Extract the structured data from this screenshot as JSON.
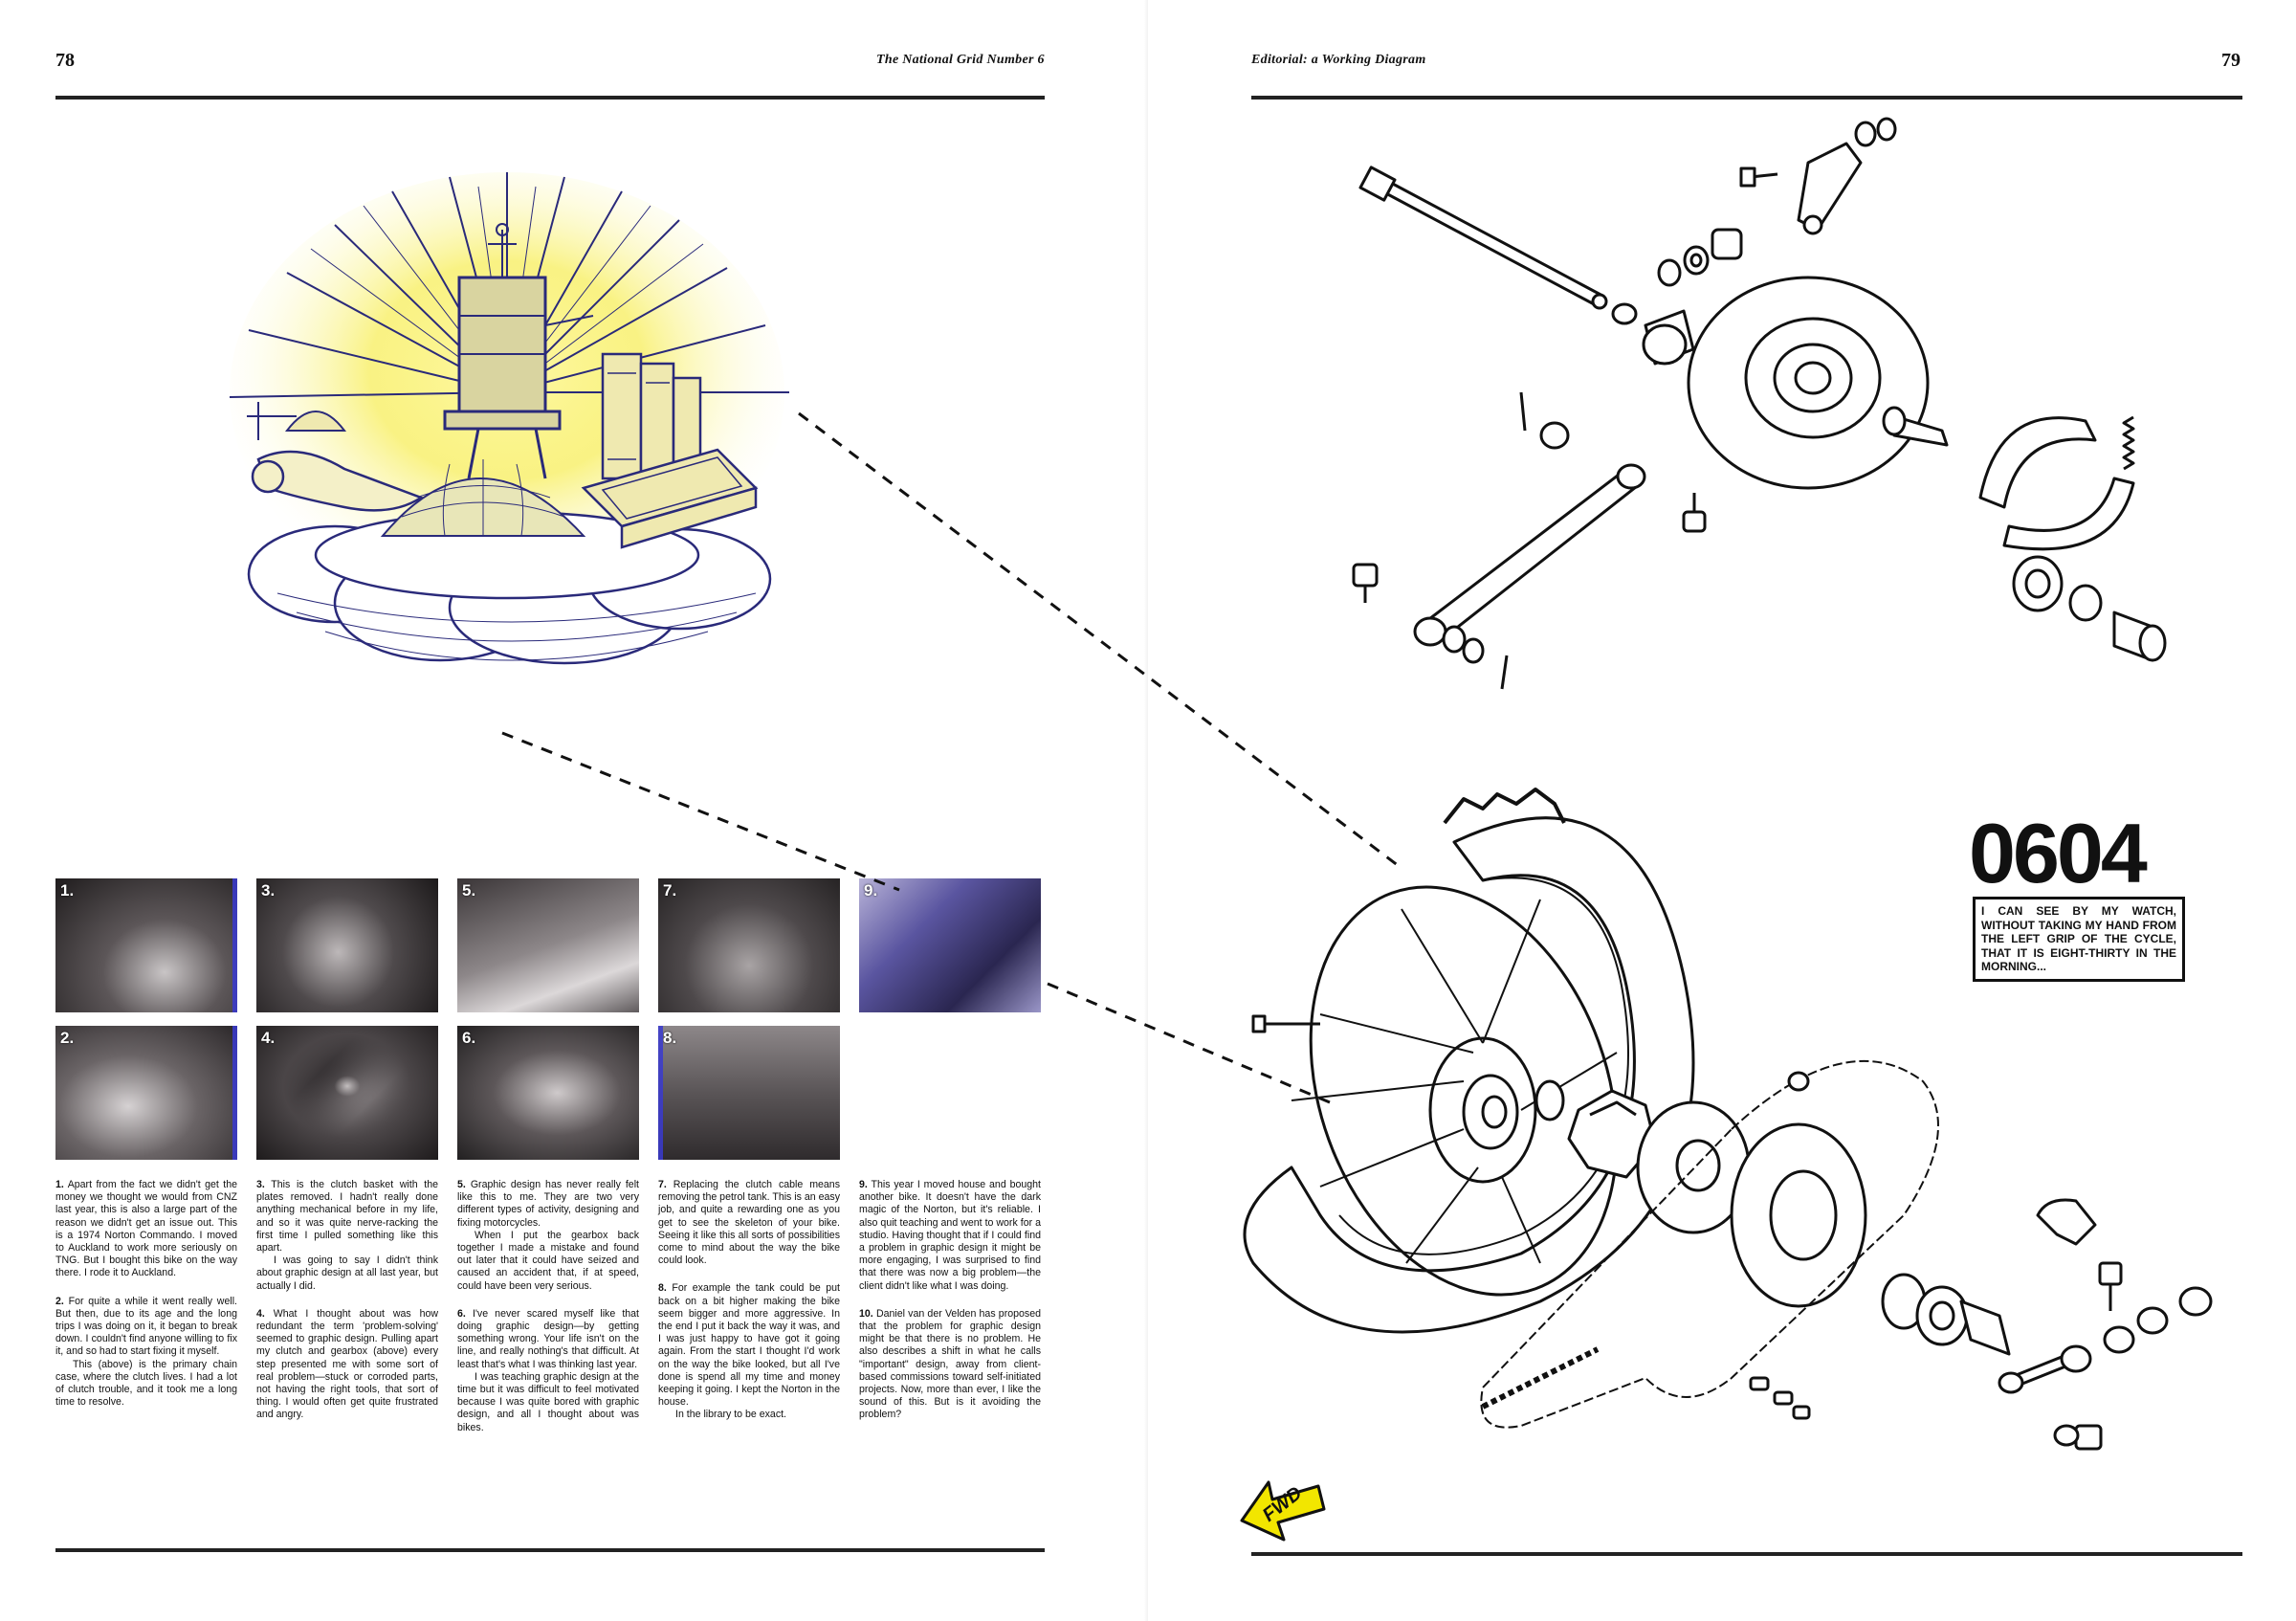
{
  "spread": {
    "left_page": {
      "folio": "78",
      "running_head": "The National Grid Number 6"
    },
    "right_page": {
      "folio": "79",
      "running_head": "Editorial: a Working Diagram"
    }
  },
  "photos": [
    {
      "label": "1."
    },
    {
      "label": "2."
    },
    {
      "label": "3."
    },
    {
      "label": "4."
    },
    {
      "label": "5."
    },
    {
      "label": "6."
    },
    {
      "label": "7."
    },
    {
      "label": "8."
    },
    {
      "label": "9."
    }
  ],
  "columns": [
    {
      "paras": [
        {
          "label": "1.",
          "text": "Apart from the fact we didn't get the money we thought we would from CNZ last year, this is also a large part of the reason we didn't get an issue out. This is a 1974 Norton Commando. I moved to Auckland to work more seriously on TNG. But I bought this bike on the way there. I rode it to Auckland."
        },
        {
          "label": "2.",
          "text": "For quite a while it went really well. But then, due to its age and the long trips I was doing on it, it began to break down. I couldn't find anyone willing to fix it, and so had to start fixing it myself."
        },
        {
          "label": "",
          "text": "This (above) is the primary chain case, where the clutch lives. I had a lot of clutch trouble, and it took me a long time to resolve."
        }
      ]
    },
    {
      "paras": [
        {
          "label": "3.",
          "text": "This is the clutch basket with the plates removed. I hadn't really done anything mechanical before in my life, and so it was quite nerve-racking the first time I pulled something like this apart."
        },
        {
          "label": "",
          "text": "I was going to say I didn't think about graphic design at all last year, but actually I did."
        },
        {
          "label": "4.",
          "text": "What I thought about was how redundant the term 'problem-solving' seemed to graphic design. Pulling apart my clutch and gearbox (above) every step presented me with some sort of real problem—stuck or corroded parts, not having the right tools, that sort of thing. I would often get quite frustrated and angry."
        }
      ]
    },
    {
      "paras": [
        {
          "label": "5.",
          "text": "Graphic design has never really felt like this to me. They are two very different types of activity, designing and fixing motorcycles."
        },
        {
          "label": "",
          "text": "When I put the gearbox back together I made a mistake and found out later that it could have seized and caused an accident that, if at speed, could have been very serious."
        },
        {
          "label": "6.",
          "text": "I've never scared myself like that doing graphic design—by getting something wrong. Your life isn't on the line, and really nothing's that difficult. At least that's what I was thinking last year."
        },
        {
          "label": "",
          "text": "I was teaching graphic design at the time but it was difficult to feel motivated because I was quite bored with graphic design, and all I thought about was bikes."
        }
      ]
    },
    {
      "paras": [
        {
          "label": "7.",
          "text": "Replacing the clutch cable means removing the petrol tank. This is an easy job, and quite a rewarding one as you get to see the skeleton of your bike. Seeing it like this all sorts of possibilities come to mind about the way the bike could look."
        },
        {
          "label": "8.",
          "text": "For example the tank could be put back on a bit higher making the bike seem bigger and more aggressive. In the end I put it back the way it was, and I was just happy to have got it going again. From the start I thought I'd work on the way the bike looked, but all I've done is spend all my time and money keeping it going. I kept the Norton in the house."
        },
        {
          "label": "",
          "text": "In the library to be exact."
        }
      ]
    },
    {
      "paras": [
        {
          "label": "9.",
          "text": "This year I moved house and bought another bike. It doesn't have the dark magic of the Norton, but it's reliable. I also quit teaching and went to work for a studio. Having thought that if I could find a problem in graphic design it might be more engaging, I was surprised to find that there was now a big problem—the client didn't like what I was doing."
        },
        {
          "label": "10.",
          "text": "Daniel van der Velden has proposed that the problem for graphic design might be that there is no problem. He also describes a shift in what he calls \"important\" design, away from client-based commissions toward self-initiated projects. Now, more than ever, I like the sound of this. But is it avoiding the problem?"
        }
      ]
    }
  ],
  "feature": {
    "code": "0604",
    "caption": "I can see by my watch, without taking my hand from the left grip of the cycle, that it is eight-thirty in the morning..."
  },
  "fwd": {
    "label": "FWD",
    "color": "#f2e600"
  },
  "colors": {
    "rule": "#222222",
    "illustration_ink": "#2a2a7a",
    "illustration_glow": "#f4ea3a",
    "photo_edge": "#3a3ad0"
  }
}
